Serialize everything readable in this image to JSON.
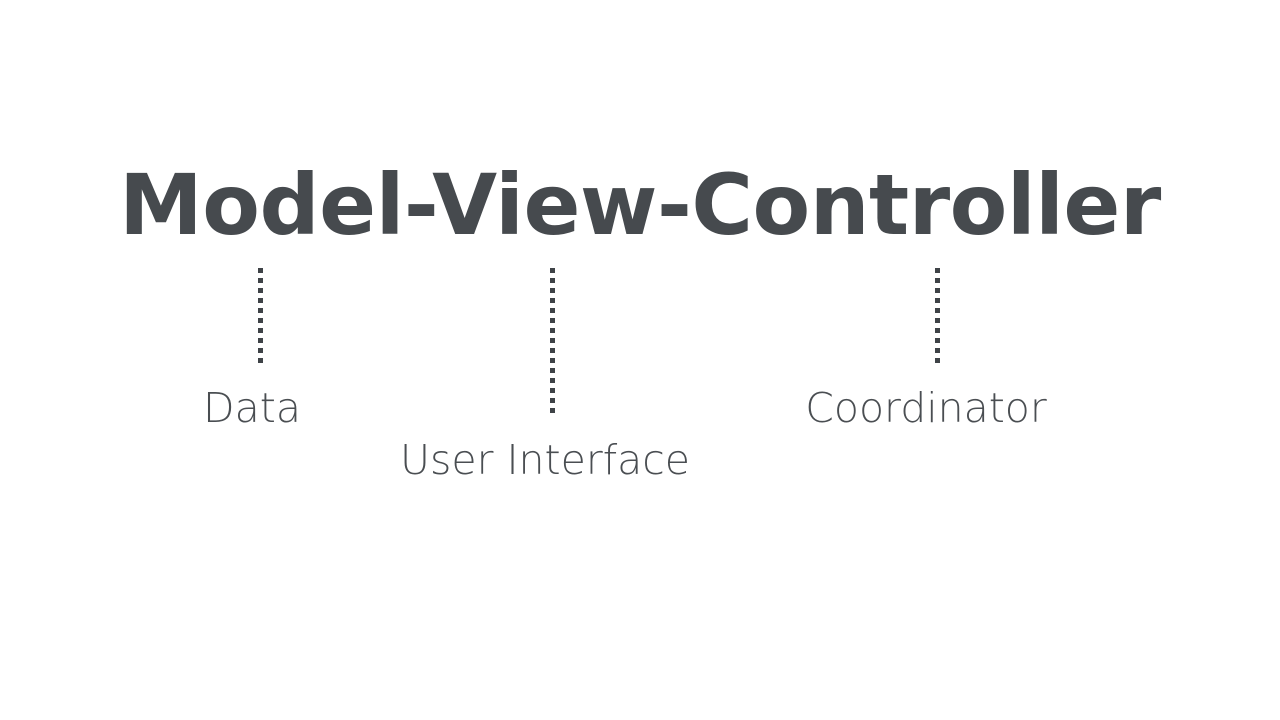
{
  "slide": {
    "background_color": "#ffffff",
    "text_color": "#464a4e",
    "label_color": "#4a4e52",
    "connector_color": "#3f4347",
    "title": "Model-View-Controller",
    "components": [
      {
        "term": "Model",
        "label": "Data",
        "connector_name": "connector-model"
      },
      {
        "term": "View",
        "label": "User Interface",
        "connector_name": "connector-view"
      },
      {
        "term": "Controller",
        "label": "Coordinator",
        "connector_name": "connector-controller"
      }
    ]
  }
}
